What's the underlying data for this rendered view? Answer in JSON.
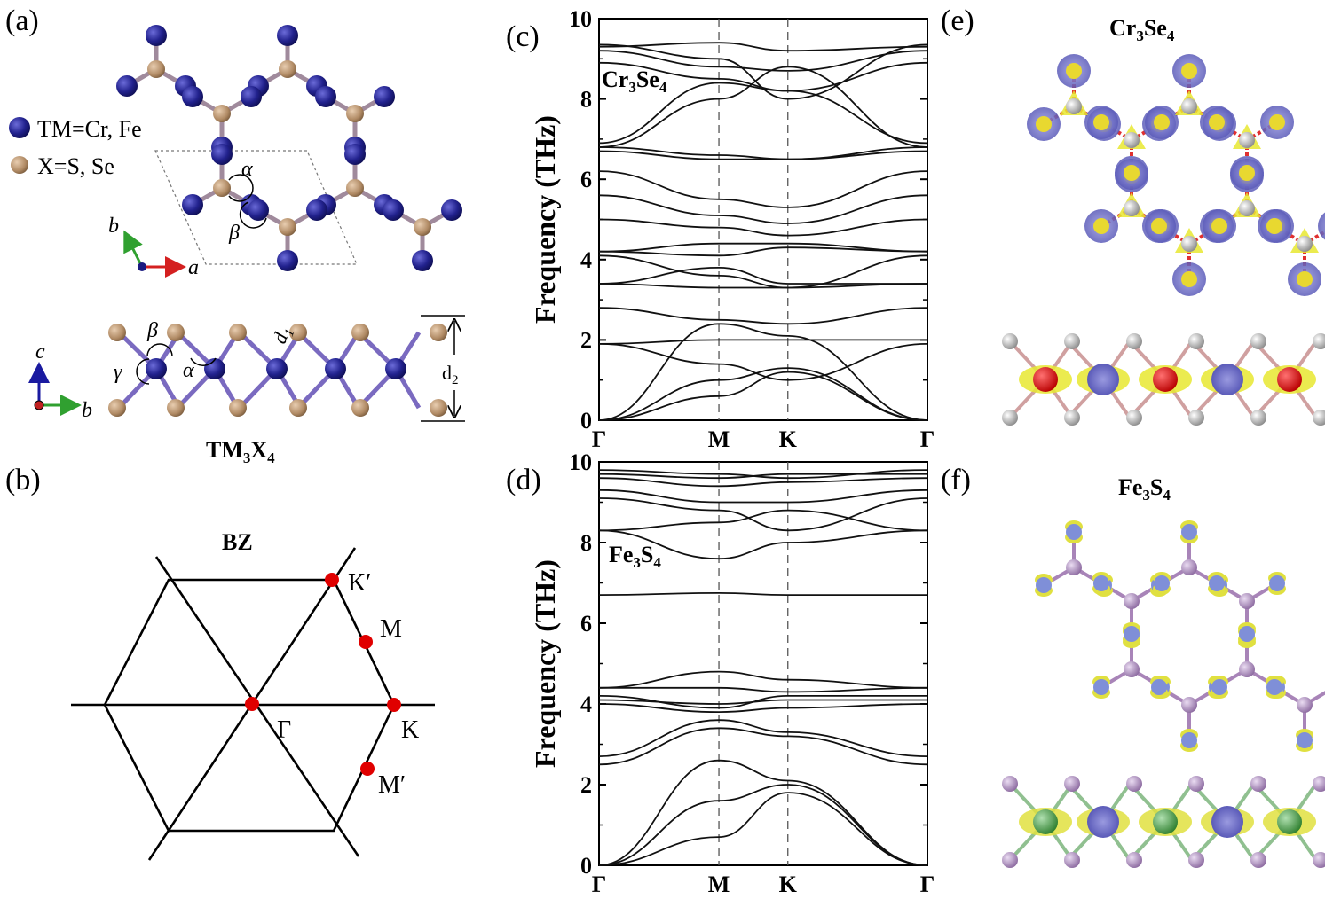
{
  "panels": {
    "a": {
      "label": "(a)",
      "legend_tm": "TM=Cr, Fe",
      "legend_x": "X=S, Se",
      "alpha": "α",
      "beta": "β",
      "gamma": "γ",
      "axis_a": "a",
      "axis_b": "b",
      "axis_c": "c",
      "d1_main": "d",
      "d1_sub": "1",
      "d2_main": "d",
      "d2_sub": "2",
      "formula_main": "TM",
      "formula_sub1": "3",
      "formula_mid": "X",
      "formula_sub2": "4"
    },
    "b": {
      "label": "(b)",
      "title": "BZ",
      "points": [
        "K′",
        "M",
        "Γ",
        "K",
        "M′"
      ]
    },
    "c": {
      "label": "(c)",
      "compound_main": "Cr",
      "compound_sub1": "3",
      "compound_mid": "Se",
      "compound_sub2": "4"
    },
    "d": {
      "label": "(d)",
      "compound_main": "Fe",
      "compound_sub1": "3",
      "compound_mid": "S",
      "compound_sub2": "4"
    },
    "e": {
      "label": "(e)",
      "title_main": "Cr",
      "title_sub1": "3",
      "title_mid": "Se",
      "title_sub2": "4"
    },
    "f": {
      "label": "(f)",
      "title_main": "Fe",
      "title_sub1": "3",
      "title_mid": "S",
      "title_sub2": "4"
    }
  },
  "colors": {
    "tm_atom": "#2a2a9a",
    "x_atom": "#b8906a",
    "bond_tm": "#3a3aa8",
    "bond_x": "#c8a888",
    "axis_a": "#d42020",
    "axis_b": "#30a030",
    "axis_c": "#1a1aa0",
    "bz_point": "#e00000",
    "lobe_yellow": "#e8e830",
    "lobe_blue": "#7070c8",
    "atom_red": "#e01818",
    "atom_grey": "#b8b8b8",
    "atom_green": "#48a048",
    "atom_pink": "#b090c0"
  },
  "chart_data": [
    {
      "type": "line",
      "title": "",
      "annotation": "Cr3Se4",
      "xlabel": "",
      "ylabel": "Frequency (THz)",
      "ylim": [
        0,
        10
      ],
      "yticks": [
        "0",
        "2",
        "4",
        "6",
        "8",
        "10"
      ],
      "xticks": [
        "Γ",
        "M",
        "K",
        "Γ"
      ],
      "x": [
        0,
        0.365,
        0.575,
        1.0
      ],
      "series": [
        {
          "values": [
            0,
            0.6,
            1.2,
            0
          ]
        },
        {
          "values": [
            0,
            1.0,
            1.3,
            0
          ]
        },
        {
          "values": [
            0,
            2.4,
            2.1,
            0
          ]
        },
        {
          "values": [
            1.9,
            2.0,
            2.0,
            2.0
          ]
        },
        {
          "values": [
            1.9,
            1.4,
            1.0,
            1.9
          ]
        },
        {
          "values": [
            2.8,
            2.5,
            2.4,
            2.8
          ]
        },
        {
          "values": [
            3.4,
            3.3,
            3.3,
            3.4
          ]
        },
        {
          "values": [
            3.4,
            3.8,
            3.4,
            3.4
          ]
        },
        {
          "values": [
            4.1,
            3.6,
            3.3,
            4.1
          ]
        },
        {
          "values": [
            4.2,
            4.1,
            4.3,
            4.2
          ]
        },
        {
          "values": [
            4.2,
            4.4,
            4.4,
            4.2
          ]
        },
        {
          "values": [
            5.0,
            4.8,
            4.6,
            5.0
          ]
        },
        {
          "values": [
            5.6,
            5.1,
            4.9,
            5.6
          ]
        },
        {
          "values": [
            6.2,
            5.5,
            5.3,
            6.2
          ]
        },
        {
          "values": [
            6.7,
            6.5,
            6.5,
            6.7
          ]
        },
        {
          "values": [
            6.8,
            6.6,
            6.5,
            6.8
          ]
        },
        {
          "values": [
            6.8,
            8.0,
            8.8,
            6.8
          ]
        },
        {
          "values": [
            6.9,
            8.4,
            8.2,
            6.9
          ]
        },
        {
          "values": [
            8.9,
            8.5,
            8.2,
            8.9
          ]
        },
        {
          "values": [
            9.2,
            8.8,
            8.7,
            9.2
          ]
        },
        {
          "values": [
            9.3,
            9.4,
            9.2,
            9.3
          ]
        },
        {
          "values": [
            9.35,
            9.0,
            8.0,
            9.35
          ]
        }
      ]
    },
    {
      "type": "line",
      "title": "",
      "annotation": "Fe3S4",
      "xlabel": "",
      "ylabel": "Frequency (THz)",
      "ylim": [
        0,
        10
      ],
      "yticks": [
        "0",
        "2",
        "4",
        "6",
        "8",
        "10"
      ],
      "xticks": [
        "Γ",
        "M",
        "K",
        "Γ"
      ],
      "x": [
        0,
        0.365,
        0.575,
        1.0
      ],
      "series": [
        {
          "values": [
            0,
            0.7,
            1.8,
            0
          ]
        },
        {
          "values": [
            0,
            1.6,
            2.0,
            0
          ]
        },
        {
          "values": [
            0,
            2.6,
            2.1,
            0
          ]
        },
        {
          "values": [
            2.5,
            3.4,
            3.2,
            2.5
          ]
        },
        {
          "values": [
            2.7,
            3.6,
            3.3,
            2.7
          ]
        },
        {
          "values": [
            4.0,
            3.8,
            3.9,
            4.0
          ]
        },
        {
          "values": [
            4.1,
            4.0,
            4.1,
            4.1
          ]
        },
        {
          "values": [
            4.2,
            3.9,
            4.2,
            4.2
          ]
        },
        {
          "values": [
            4.4,
            4.4,
            4.3,
            4.4
          ]
        },
        {
          "values": [
            4.4,
            4.8,
            4.6,
            4.4
          ]
        },
        {
          "values": [
            6.7,
            6.75,
            6.7,
            6.7
          ]
        },
        {
          "values": [
            8.3,
            7.6,
            8.0,
            8.3
          ]
        },
        {
          "values": [
            8.3,
            8.5,
            8.8,
            8.3
          ]
        },
        {
          "values": [
            9.1,
            8.8,
            8.3,
            9.1
          ]
        },
        {
          "values": [
            9.3,
            9.0,
            9.0,
            9.3
          ]
        },
        {
          "values": [
            9.6,
            9.4,
            9.5,
            9.6
          ]
        },
        {
          "values": [
            9.7,
            9.6,
            9.7,
            9.7
          ]
        },
        {
          "values": [
            9.8,
            9.7,
            9.6,
            9.8
          ]
        }
      ]
    }
  ]
}
